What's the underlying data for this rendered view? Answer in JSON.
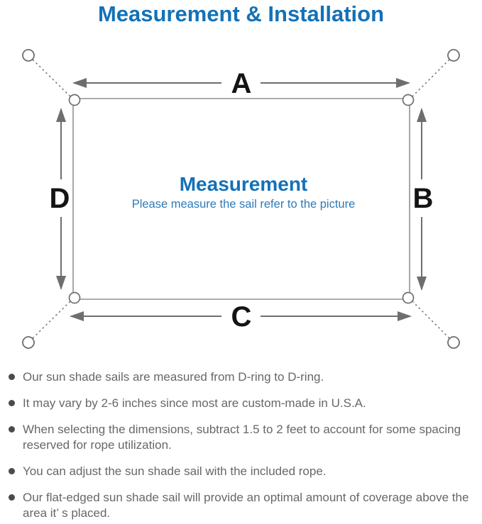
{
  "title": "Measurement & Installation",
  "diagram": {
    "label_top": "A",
    "label_right": "B",
    "label_bottom": "C",
    "label_left": "D",
    "center_title": "Measurement",
    "center_subtitle": "Please measure the sail refer to the picture"
  },
  "notes": [
    "Our sun shade sails are measured from D-ring to D-ring.",
    "It may vary by 2-6 inches since most are custom-made in U.S.A.",
    "When selecting the dimensions, subtract 1.5 to 2 feet to account for some spacing reserved for rope utilization.",
    "You can adjust the sun shade sail with the included rope.",
    "Our flat-edged sun shade sail will provide an optimal amount of coverage above the area it’ s placed."
  ],
  "colors": {
    "title_blue": "#1371b7",
    "center_subtitle_blue": "#2e7ab8",
    "line_gray": "#6e6e6e",
    "sail_border_gray": "#919191",
    "note_text_gray": "#676767",
    "dimension_letter_black": "#141414"
  }
}
